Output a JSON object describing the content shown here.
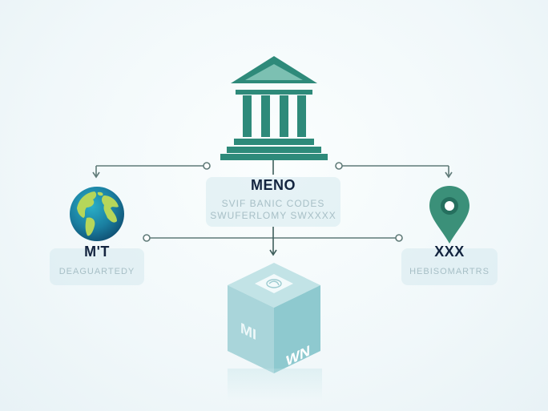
{
  "diagram": {
    "center_node": {
      "icon": "bank-building-icon",
      "title": "MENO",
      "subtitle_lines": [
        "SVIF BANIC CODES",
        "SWUFERLOMY SWXXXX"
      ]
    },
    "left_node": {
      "icon": "globe-icon",
      "title": "M'T",
      "subtitle": "DEAGUARTEDY"
    },
    "right_node": {
      "icon": "location-pin-icon",
      "title": "XXX",
      "subtitle": "HEBISOMARTRS"
    },
    "bottom_node": {
      "icon": "cube-icon",
      "left_face_label": "MI",
      "right_face_label": "WN",
      "top_face_icon": "swirl-logo-icon"
    },
    "connectors": [
      {
        "from": "center_node",
        "to": "left_node",
        "style": "elbow-arrow"
      },
      {
        "from": "center_node",
        "to": "right_node",
        "style": "elbow-arrow"
      },
      {
        "from": "left_node",
        "to": "right_node",
        "style": "horizontal-line-circle-ends"
      },
      {
        "from": "center_node",
        "to": "bottom_node",
        "style": "vertical-arrow"
      }
    ],
    "colors": {
      "primary_teal": "#2e8a7a",
      "line": "#5f7a78",
      "title_text": "#13243f",
      "subtitle_text": "#a7bfc6",
      "card_bg": "#d6eaee",
      "cube_left": "#a9d5da",
      "cube_right": "#8ec9cf",
      "cube_top": "#c2e3e6"
    }
  }
}
